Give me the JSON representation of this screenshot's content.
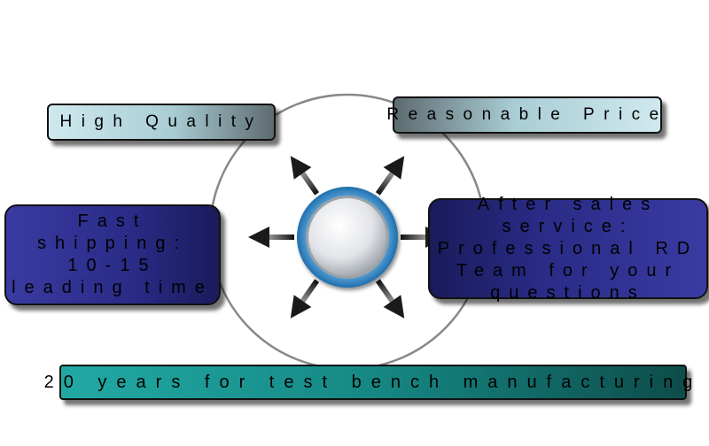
{
  "diagram": {
    "center": {
      "icon": "center-orb"
    },
    "boxes": {
      "quality": "High Quality",
      "price": "Reasonable Price",
      "shipping": [
        "Fast shipping:",
        "10-15",
        "leading time"
      ],
      "aftersales": [
        "After sales service:",
        "Professional RD",
        "Team for your",
        "questions"
      ],
      "years": "20 years for test bench manufacturing"
    },
    "colors": {
      "light_box": "#a9cdd4",
      "dark_box": "#292b86",
      "teal_box": "#168884",
      "ring": "#888888",
      "orb_ring": "#3a8fcc"
    }
  }
}
